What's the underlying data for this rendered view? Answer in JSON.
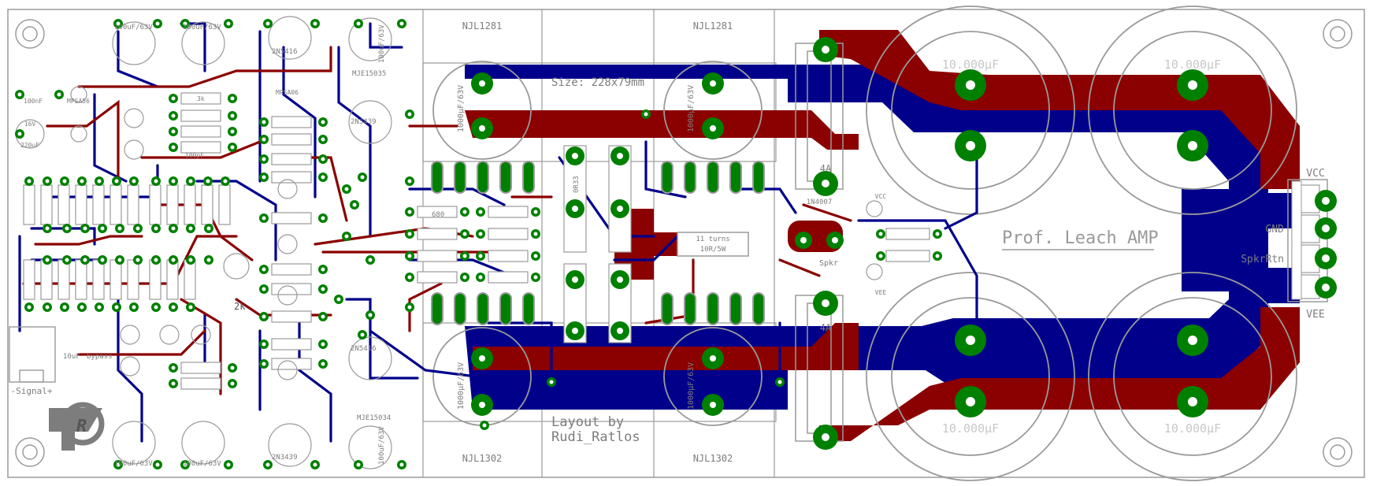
{
  "board": {
    "size_label": "Size: 228x79mm",
    "title": "Prof. Leach AMP",
    "credit_line1": "Layout by",
    "credit_line2": "Rudi_Ratlos",
    "logo_text": "R",
    "colors": {
      "top_copper": "#8b0000",
      "bottom_copper": "#00008b",
      "pad": "#008000",
      "drill": "#ffffff",
      "silkscreen": "#9a9a9a",
      "board": "#ffffff"
    }
  },
  "labels": {
    "q_top_left": "NJL1281",
    "q_top_right": "NJL1281",
    "q_bot_left": "NJL1302",
    "q_bot_right": "NJL1302",
    "cap_big_tl": "10.000µF",
    "cap_big_tr": "10.000µF",
    "cap_big_bl": "10.000µF",
    "cap_big_br": "10.000µF",
    "cap_mid_tl": "1000µF/63V",
    "cap_mid_tr": "1000µF/63V",
    "cap_mid_bl": "1000µF/63V",
    "cap_mid_br": "1000µF/63V",
    "cap_small_1": "100uF/63V",
    "cap_small_2": "100uF/63V",
    "cap_small_3": "100uF/63V",
    "cap_small_4": "100uF/63V",
    "cap_small_5": "100uF/63V",
    "cap_small_6": "100uF/63V",
    "fuse_top": "4A",
    "fuse_bot": "4A",
    "inductor": "11 turns",
    "inductor_r": "10R/5W",
    "diode": "1N4007",
    "spkr_small": "Spkr",
    "vcc_small": "VCC",
    "vee_small": "VEE",
    "term_vcc": "VCC",
    "term_gnd": "GND",
    "term_spkr": "SpkrRtn",
    "term_vee": "VEE",
    "signal": "-Signal+",
    "r_3k": "3k",
    "r_2k": "2k",
    "r_680": "680",
    "r_100pf": "100pF",
    "r_0r33": "0R33",
    "q_2n5416_top": "2N5416",
    "q_2n5416_bot": "2N5416",
    "q_2n3439_top": "2N3439",
    "q_2n3439_bot": "2N3439",
    "q_mje15035": "MJE15035",
    "q_mje15034": "MJE15034",
    "q_mpsa06": "MPSA06",
    "q_mpsa56": "MPSA56",
    "c_10uf": "10uF",
    "c_220uf": "220uF",
    "c_16v": "16V",
    "c_bypass": "bypass",
    "c_100nf": "100nF"
  }
}
